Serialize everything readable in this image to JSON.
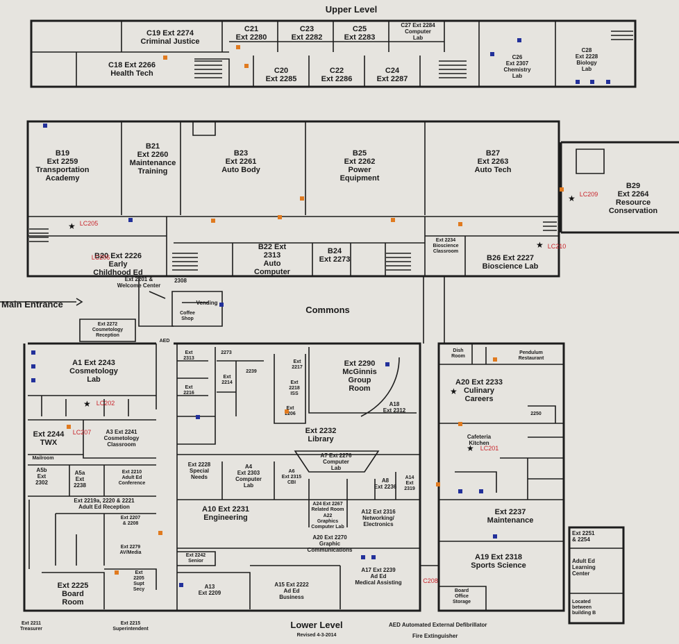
{
  "title_upper": "Upper Level",
  "title_lower": "Lower Level",
  "revised": "Revised 4-3-2014",
  "main_entrance": "Main Entrance",
  "commons": "Commons",
  "legend": {
    "aed": "AED   Automated External Defibrillator",
    "fire": "Fire Extinguisher"
  },
  "rooms": {
    "c19": "C19  Ext 2274\nCriminal Justice",
    "c18": "C18  Ext 2266\nHealth Tech",
    "c21": "C21\nExt 2280",
    "c23": "C23\nExt 2282",
    "c25": "C25\nExt 2283",
    "c27": "C27 Ext 2284\nComputer\nLab",
    "c20": "C20\nExt 2285",
    "c22": "C22\nExt 2286",
    "c24": "C24\nExt 2287",
    "c26": "C26\nExt 2307\nChemistry\nLab",
    "c28": "C28\nExt 2228\nBiology\nLab",
    "b19": "B19\nExt 2259\nTransportation\nAcademy",
    "b21": "B21\nExt 2260\nMaintenance\nTraining",
    "b23": "B23\nExt 2261\nAuto Body",
    "b25": "B25\nExt 2262\nPower\nEquipment",
    "b27": "B27\nExt 2263\nAuto Tech",
    "b29": "B29\nExt 2264\nResource\nConservation",
    "b20": "B20 Ext 2226\nEarly\nChildhood Ed",
    "b22": "B22  Ext\n2313\nAuto\nComputer",
    "b24": "B24\nExt 2273",
    "bio_class": "Ext 2234\nBioscience\nClassroom",
    "bio_lab": "B26 Ext 2227\nBioscience Lab",
    "welcome": "Ext 2201 &\nWelcome Center",
    "e2308": "2308",
    "vending": "Vending",
    "coffee": "Coffee\nShop",
    "cosmo_rec": "Ext 2272\nCosmetology\nReception",
    "aed_top": "AED",
    "a1": "A1  Ext 2243\nCosmetology\nLab",
    "twx": "Ext 2244\nTWX",
    "a3": "A3  Ext 2241\nCosmetology\nClassroom",
    "mailroom": "Mailroom",
    "a5b": "A5b\nExt\n2302",
    "a5a": "A5a\nExt\n2238",
    "adult_conf": "Ext 2210\nAdult Ed\nConference",
    "adult_rec": "Ext 2219a, 2220 & 2221\nAdult Ed Reception",
    "e2207": "Ext 2207\n& 2208",
    "e2279": "Ext 2279\nAV/Media",
    "e2225": "Ext 2225\nBoard\nRoom",
    "e2205": "Ext\n2205\nSupt\nSecy",
    "e2211": "Ext 2211\nTreasurer",
    "e2215": "Ext 2215\nSuperintendent",
    "mcginnis": "Ext 2290\nMcGinnis\nGroup\nRoom",
    "a18": "A18\nExt 2312",
    "library": "Ext 2232\nLibrary",
    "a7": "A7  Ext 2276\nComputer\nLab",
    "special": "Ext 2228\nSpecial\nNeeds",
    "a4": "A4\nExt 2303\nComputer\nLab",
    "a6": "A6\nExt 2315\nCBI",
    "a8": "A8\nExt 2236",
    "a14": "A14\nExt\n2319",
    "a10": "A10  Ext 2231\nEngineering",
    "a12": "A12  Ext 2316\nNetworking/\nElectronics",
    "related": "A24 Ext 2267\nRelated Room",
    "a22": "A22\nGraphics\nComputer Lab",
    "a20": "A20  Ext 2270\nGraphic\nCommunications",
    "senior": "Ext 2242\nSenior",
    "a13": "A13\nExt 2209",
    "a15": "A15  Ext 2222\nAd Ed\nBusiness",
    "a17": "A17  Ext 2239\nAd Ed\nMedical Assisting",
    "dish": "Dish\nRoom",
    "pendulum": "Pendulum\nRestaurant",
    "a20c": "A20  Ext 2233\nCulinary\nCareers",
    "e2250": "2250",
    "cafeteria": "Cafeteria\nKitchen",
    "maint": "Ext 2237\nMaintenance",
    "a19": "A19  Ext 2318\nSports Science",
    "board_office": "Board\nOffice\nStorage",
    "adult_ctr": "Adult Ed\nLearning\nCenter",
    "adult_ext": "Ext 2251\n& 2254",
    "located": "Located\nbetween\nbuilding B",
    "e2313": "Ext\n2313",
    "e2214": "Ext\n2214",
    "e2216": "Ext\n2216",
    "e2217": "Ext\n2217",
    "e2218": "Ext\n2218\nISS",
    "e2206": "Ext\n2206",
    "e2239s": "2239",
    "e2273s": "2273"
  },
  "aed_labels": {
    "lc205": "LC205",
    "lc209": "LC209",
    "lc210": "LC210",
    "lc202": "LC202",
    "lc207": "LC207",
    "lc201": "LC201",
    "lc208": "C208",
    "lc206": "LC206"
  }
}
